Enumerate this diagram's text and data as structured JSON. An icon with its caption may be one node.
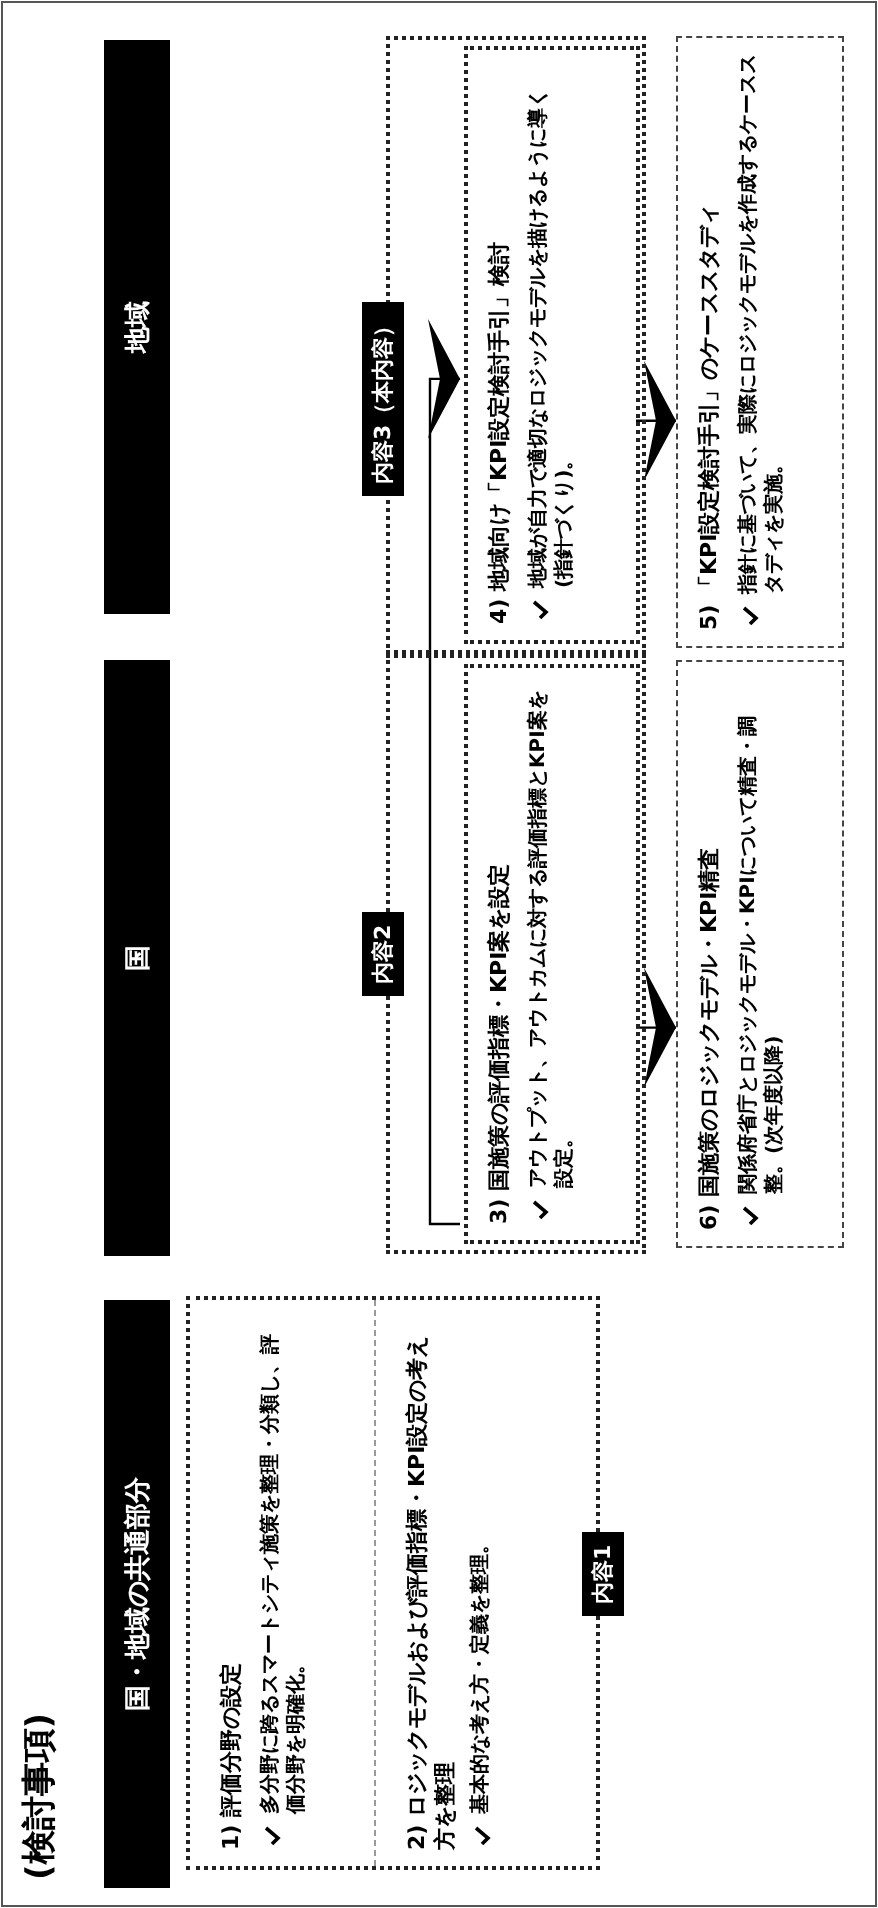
{
  "diagram": {
    "title": "(検討事項)",
    "nodes": [
      {
        "text": [
          "国・地域の共通部分"
        ]
      },
      {
        "text": [
          "国"
        ]
      },
      {
        "text": [
          "地域"
        ]
      },
      {
        "text": [
          "内容1"
        ]
      },
      {
        "text": [
          "1) 評価分野の設定",
          "多分野に跨るスマートシティ施策を整理・分類し、評価分野を明確化。"
        ],
        "in": 3
      },
      {
        "text": [
          "2) ロジックモデルおよび評価指標・KPI設定の考え方を整理",
          "基本的な考え方・定義を整理。"
        ],
        "in": 3
      },
      {
        "text": [
          "内容2"
        ]
      },
      {
        "text": [
          "3) 国施策の評価指標・KPI案を設定",
          "アウトプット、アウトカムに対する評価指標とKPI案を設定。"
        ],
        "in": 6
      },
      {
        "text": [
          "内容3（本内容）"
        ]
      },
      {
        "text": [
          "4) 地域向け「KPI設定検討手引」検討",
          "地域が自力で適切なロジックモデルを描けるように導く(指針づくり)。"
        ],
        "in": 8
      },
      {
        "text": [
          "6) 国施策のロジックモデル・KPI精査",
          "関係府省庁とロジックモデル・KPIについて精査・調整。(次年度以降)"
        ]
      },
      {
        "text": [
          "5) 「KPI設定検討手引」のケーススタディ",
          "指針に基づいて、実際にロジックモデルを作成するケーススタディを実施。"
        ]
      }
    ],
    "edges": [
      {
        "from": 7,
        "to": 10,
        "arrow": "to"
      },
      {
        "from": 9,
        "to": 11,
        "arrow": "to"
      },
      {
        "from": 7,
        "to": 9,
        "arrow": "to"
      }
    ]
  }
}
